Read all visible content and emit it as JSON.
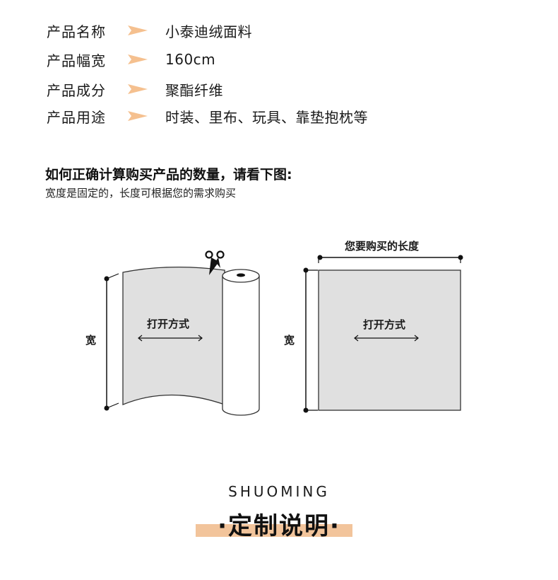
{
  "specs": [
    {
      "label": "产品名称",
      "value": "小泰迪绒面料"
    },
    {
      "label": "产品幅宽",
      "value": "160cm"
    },
    {
      "label": "产品成分",
      "value": "聚酯纤维"
    },
    {
      "label": "产品用途",
      "value": "时装、里布、玩具、靠垫抱枕等"
    }
  ],
  "arrow_color": "#f5c08f",
  "howto": {
    "title": "如何正确计算购买产品的数量，请看下图:",
    "subtitle": "宽度是固定的，长度可根据您的需求购买"
  },
  "diagram_left": {
    "width_label": "宽",
    "open_label": "打开方式",
    "scissors_icon": "scissors-icon"
  },
  "diagram_right": {
    "length_label": "您要购买的长度",
    "width_label": "宽",
    "open_label": "打开方式"
  },
  "fabric_color": "#e0e0e0",
  "footer": {
    "english": "SHUOMING",
    "chinese": "·定制说明·",
    "bar_color": "#f2c49b"
  }
}
